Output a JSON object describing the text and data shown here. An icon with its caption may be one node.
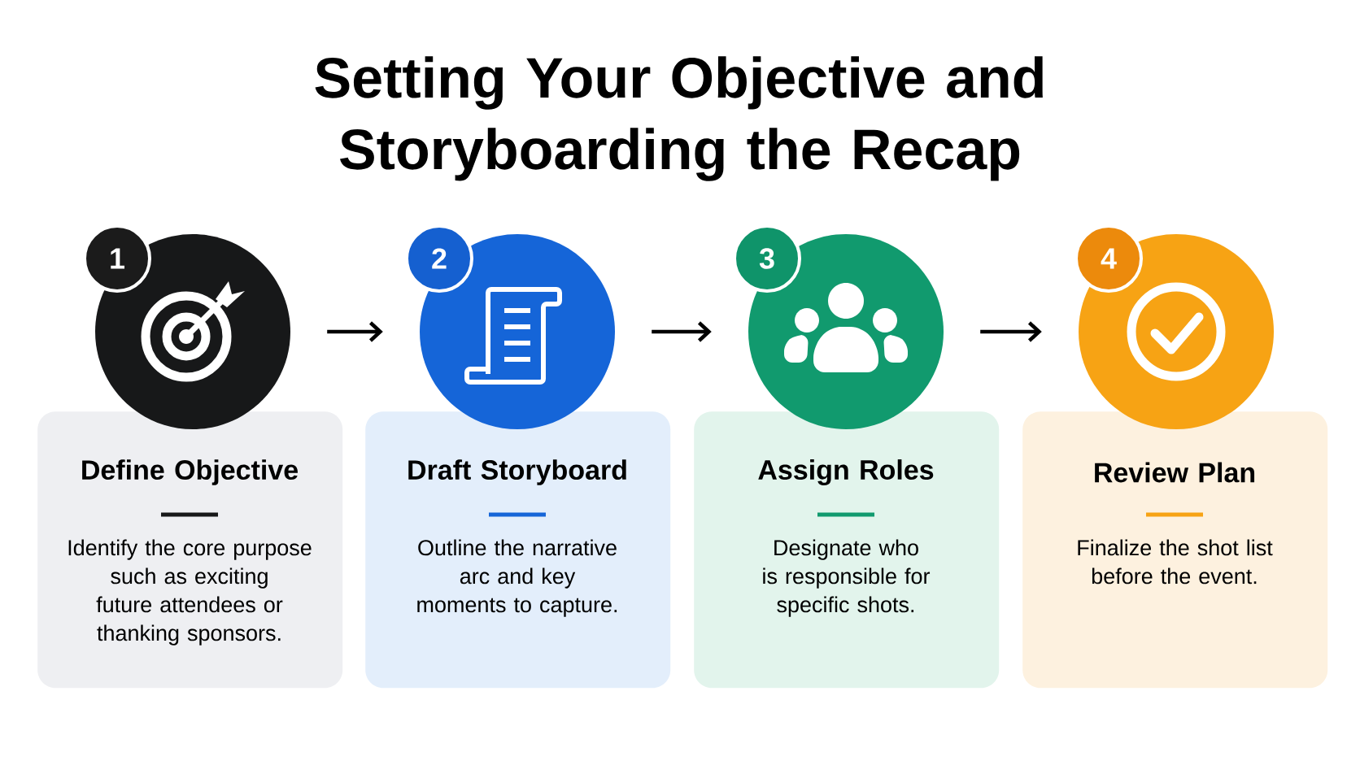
{
  "diagram": {
    "title": "Setting Your Objective and Storyboarding the Recap",
    "nodes": [
      {
        "text": [],
        "shape": "circle"
      },
      {
        "text": [
          "1"
        ]
      },
      {
        "text": [
          "Define Objective",
          "Identify the core purpose such as exciting future attendees or thanking sponsors."
        ]
      },
      {
        "text": [],
        "shape": "circle"
      },
      {
        "text": [
          "2"
        ]
      },
      {
        "text": [
          "Draft Storyboard",
          "Outline the narrative arc and key moments to capture."
        ]
      },
      {
        "text": [],
        "shape": "circle"
      },
      {
        "text": [
          "3"
        ]
      },
      {
        "text": [
          "Assign Roles",
          "Designate who is responsible for specific shots."
        ]
      },
      {
        "text": [],
        "shape": "circle"
      },
      {
        "text": [
          "4"
        ]
      },
      {
        "text": [
          "Review Plan",
          "Finalize the shot list before the event."
        ]
      }
    ],
    "edges": [
      {
        "from": 0,
        "to": 3,
        "arrow": "to"
      },
      {
        "from": 3,
        "to": 6,
        "arrow": "to"
      },
      {
        "from": 6,
        "to": 9,
        "arrow": "to"
      }
    ]
  }
}
